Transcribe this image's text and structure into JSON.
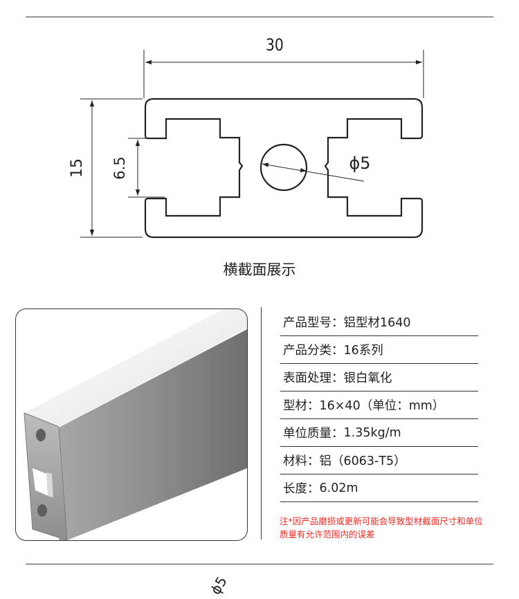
{
  "drawing": {
    "width_dim": "30",
    "height_dim": "15",
    "slot_dim": "6.5",
    "hole_dim": "ϕ5"
  },
  "caption": "横截面展示",
  "specs": [
    {
      "label": "产品型号：",
      "value": "铝型材1640"
    },
    {
      "label": "产品分类：",
      "value": "16系列"
    },
    {
      "label": "表面处理：",
      "value": "银白氧化"
    },
    {
      "label": "型材：",
      "value": "16×40（单位：mm）"
    },
    {
      "label": "单位质量：",
      "value": "1.35kg/m"
    },
    {
      "label": "材料：",
      "value": "铝（6063-T5）"
    },
    {
      "label": "长度：",
      "value": "6.02m"
    }
  ],
  "note": "注*因产品磨损或更新可能会导致型材截面尺寸和单位质量有允许范围内的误差",
  "bottom_partial_label": "ϕ5",
  "colors": {
    "note": "#e32a22",
    "line": "#333333"
  }
}
